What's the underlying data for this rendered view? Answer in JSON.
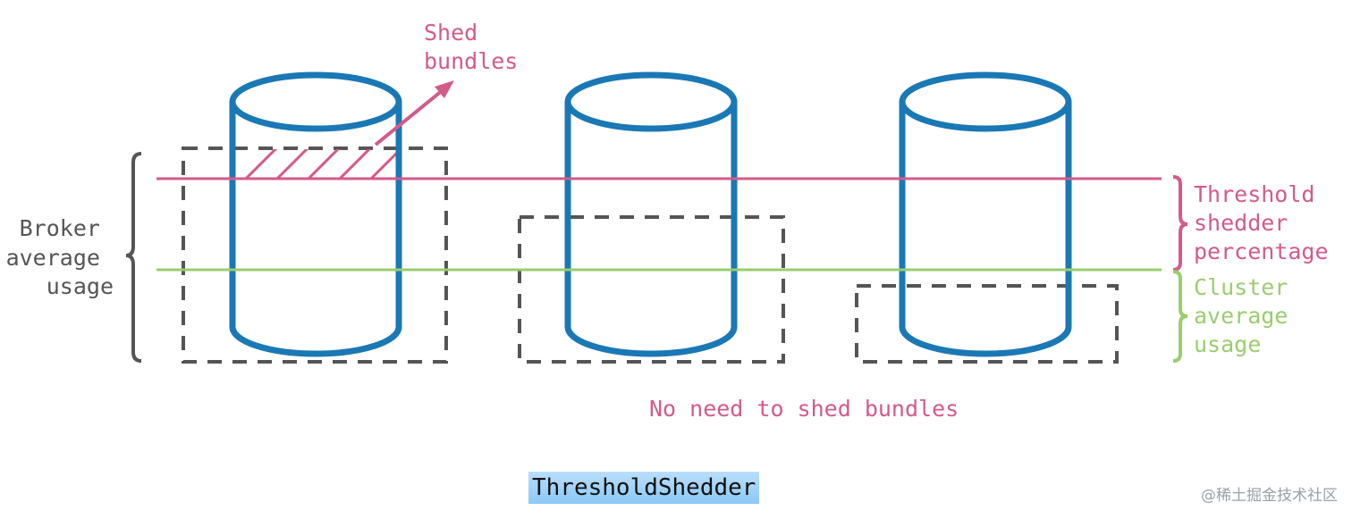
{
  "colors": {
    "cylinder": "#1a78b4",
    "threshold": "#d45a8a",
    "cluster": "#9acd6e",
    "box": "#555555",
    "text_gray": "#555555"
  },
  "labels": {
    "shed_bundles": [
      "Shed",
      "bundles"
    ],
    "broker_average_usage": [
      "Broker",
      "average",
      "usage"
    ],
    "threshold_shedder_percentage": [
      "Threshold",
      "shedder",
      "percentage"
    ],
    "cluster_average_usage": [
      "Cluster",
      "average",
      "usage"
    ],
    "no_need": "No need to shed bundles"
  },
  "caption": "ThresholdShedder",
  "watermark": "@稀土掘金技术社区"
}
